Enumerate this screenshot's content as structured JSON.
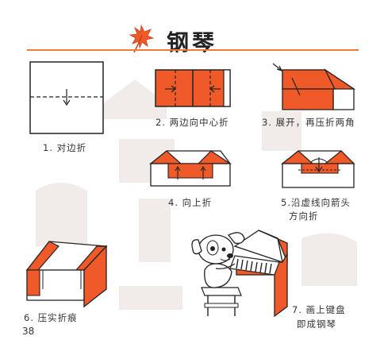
{
  "title": "钢琴",
  "page_number": "38",
  "steps": [
    {
      "caption": "1. 对边折"
    },
    {
      "caption": "2. 两边向中心折"
    },
    {
      "caption": "3. 展开，再压折两角"
    },
    {
      "caption": "4. 向上折"
    },
    {
      "caption": "5.沿虚线向箭头",
      "caption2": "方向折"
    },
    {
      "caption": "6. 压实折痕"
    },
    {
      "caption": "7. 画上键盘",
      "caption2": "即成钢琴"
    }
  ],
  "colors": {
    "paper_orange": "#f05a28",
    "accent_line": "#f07a3a",
    "ink": "#222222",
    "watermark": "#ece8e4"
  }
}
